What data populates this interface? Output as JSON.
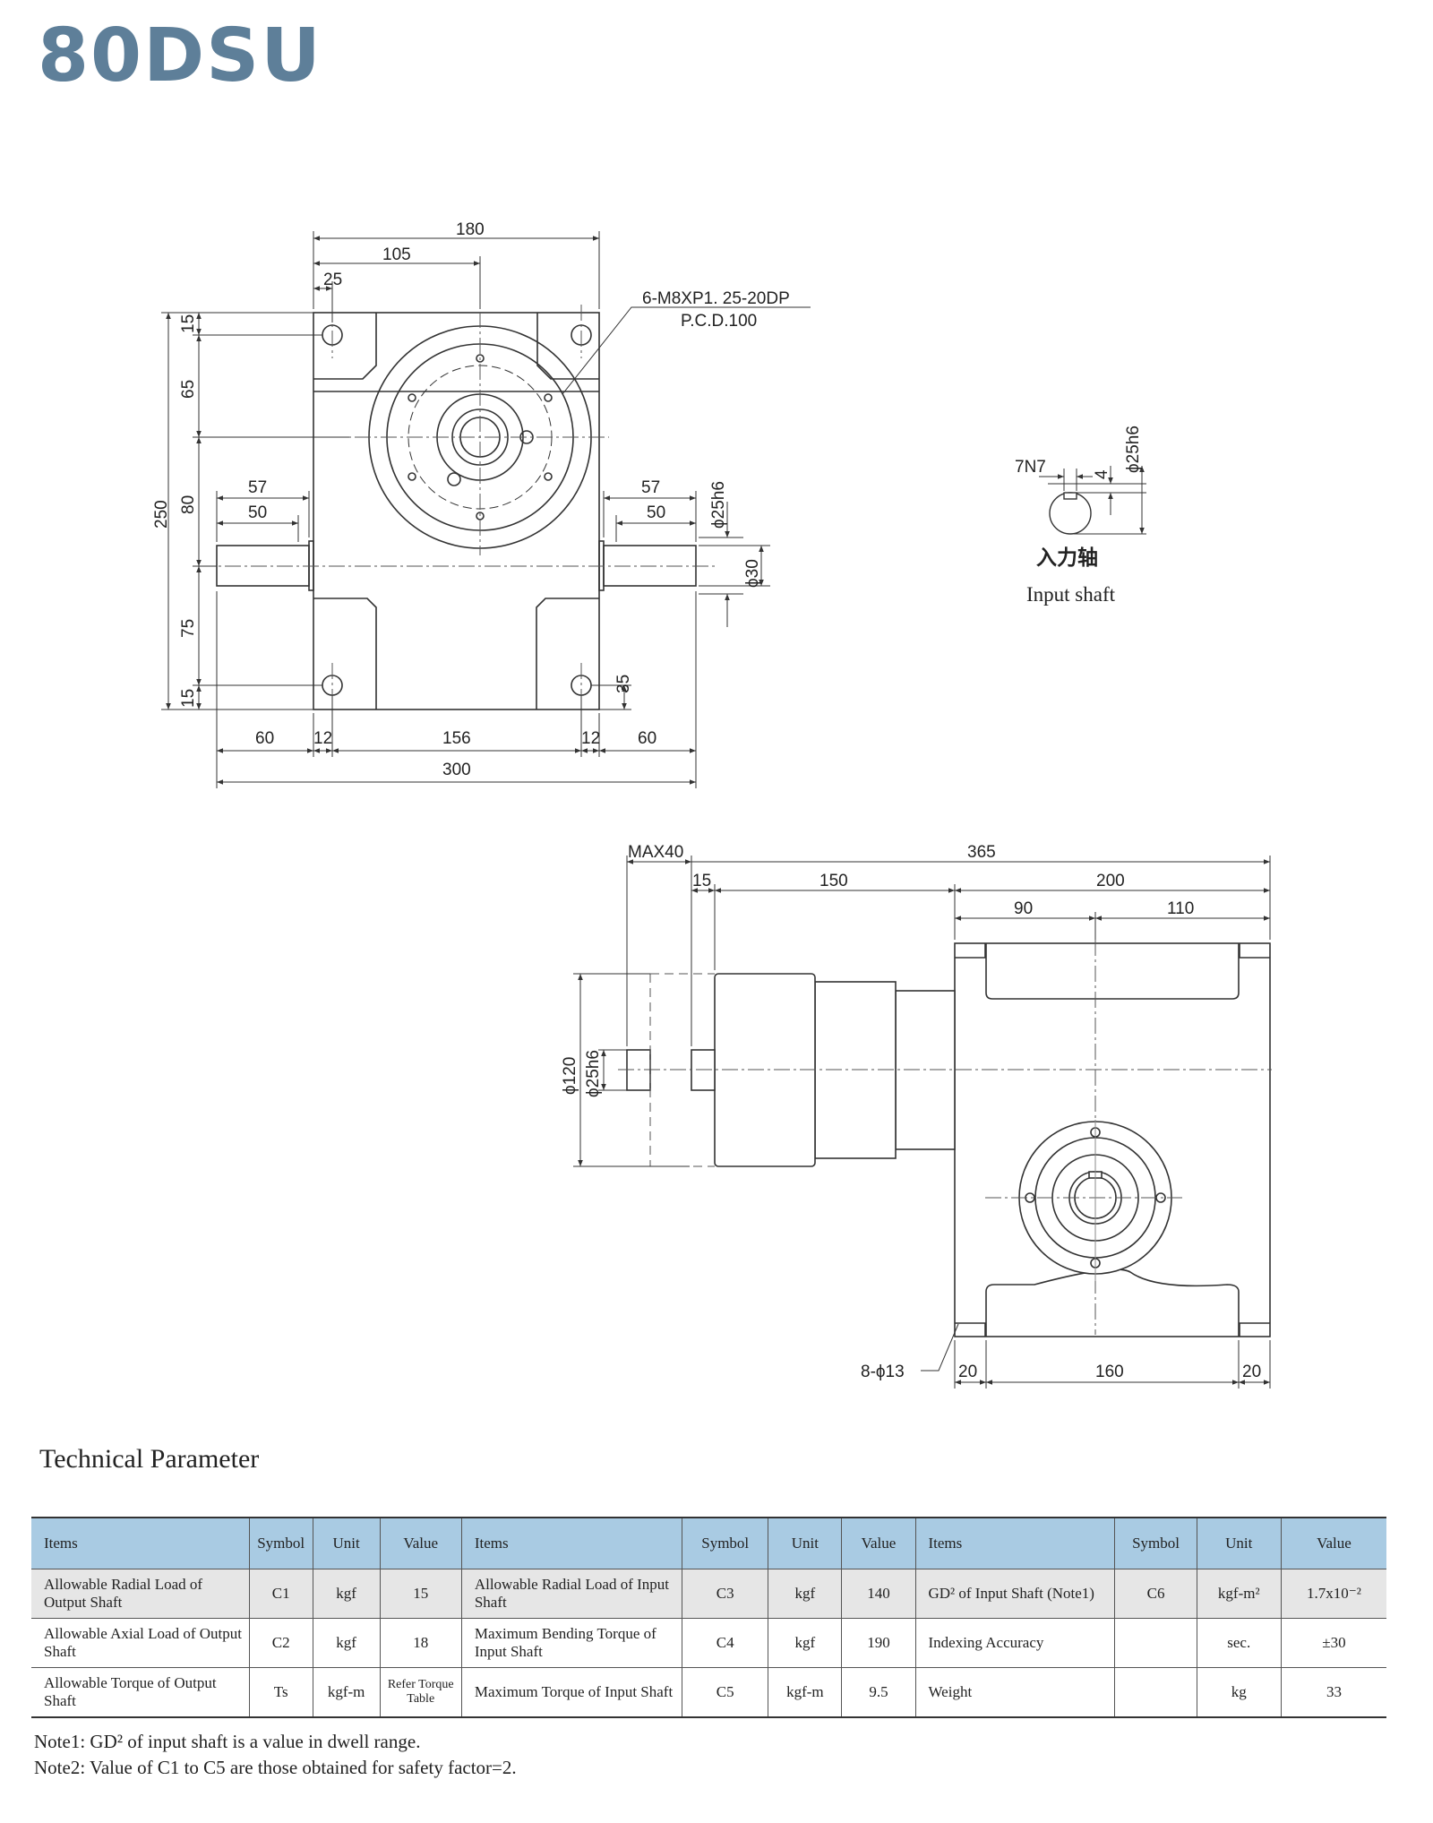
{
  "title": "80DSU",
  "top_view": {
    "dims": {
      "d180": "180",
      "d105": "105",
      "d25": "25",
      "hole_spec_1": "6-M8XP1. 25-20DP",
      "hole_spec_2": "P.C.D.100",
      "d15_top": "15",
      "d65": "65",
      "d250": "250",
      "d80": "80",
      "d75": "75",
      "d15_bot": "15",
      "l57": "57",
      "l50": "50",
      "r57": "57",
      "r50": "50",
      "phi25h6": "ϕ25h6",
      "phi30": "ϕ30",
      "d35": "35",
      "b60l": "60",
      "b12l": "12",
      "b156": "156",
      "b12r": "12",
      "b60r": "60",
      "b300": "300"
    }
  },
  "input_shaft": {
    "key": "7N7",
    "depth": "4",
    "dia": "ϕ25h6",
    "label_cn": "入力轴",
    "label_en": "Input shaft"
  },
  "side_view": {
    "dims": {
      "max40": "MAX40",
      "d365": "365",
      "d15": "15",
      "d150": "150",
      "d200": "200",
      "d90": "90",
      "d110": "110",
      "phi120": "ϕ120",
      "phi25h6": "ϕ25h6",
      "holes": "8-ϕ13",
      "d20l": "20",
      "d160": "160",
      "d20r": "20"
    }
  },
  "tech": {
    "title": "Technical Parameter",
    "headers": [
      "Items",
      "Symbol",
      "Unit",
      "Value",
      "Items",
      "Symbol",
      "Unit",
      "Value",
      "Items",
      "Symbol",
      "Unit",
      "Value"
    ],
    "rows": [
      {
        "i1": "Allowable Radial Load  of Output Shaft",
        "s1": "C1",
        "u1": "kgf",
        "v1": "15",
        "i2": "Allowable Radial Load of Input Shaft",
        "s2": "C3",
        "u2": "kgf",
        "v2": "140",
        "i3": "GD² of Input Shaft (Note1)",
        "s3": "C6",
        "u3": "kgf-m²",
        "v3": "1.7x10⁻²"
      },
      {
        "i1": "Allowable Axial Load of Output Shaft",
        "s1": "C2",
        "u1": "kgf",
        "v1": "18",
        "i2": "Maximum Bending Torque of Input Shaft",
        "s2": "C4",
        "u2": "kgf",
        "v2": "190",
        "i3": "Indexing Accuracy",
        "s3": "",
        "u3": "sec.",
        "v3": "±30"
      },
      {
        "i1": "Allowable Torque of Output Shaft",
        "s1": "Ts",
        "u1": "kgf-m",
        "v1": "Refer Torque Table",
        "i2": "Maximum Torque of Input Shaft",
        "s2": "C5",
        "u2": "kgf-m",
        "v2": "9.5",
        "i3": "Weight",
        "s3": "",
        "u3": "kg",
        "v3": "33"
      }
    ],
    "note1": "Note1: GD² of input shaft is a value in dwell range.",
    "note2": "Note2: Value of  C1 to C5 are those obtained for safety factor=2."
  }
}
